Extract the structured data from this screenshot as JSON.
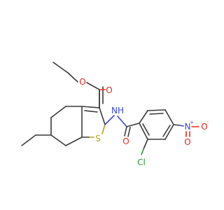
{
  "atoms": {
    "ester_carbonyl_o": "O",
    "ester_ether_o": "O",
    "nh": "NH",
    "thiophene_s": "S",
    "amide_o": "O",
    "nitro_n": "N",
    "nitro_o_right": "O",
    "nitro_o_bottom": "O",
    "chlorine": "Cl",
    "nitro_n_charge": "+",
    "nitro_o_charge": "-"
  },
  "colors": {
    "carbon_bond": "#3a3a3a",
    "oxygen": "#e8261a",
    "nitrogen": "#3a46d6",
    "sulfur": "#b9a31a",
    "chlorine": "#2a9a2a"
  }
}
